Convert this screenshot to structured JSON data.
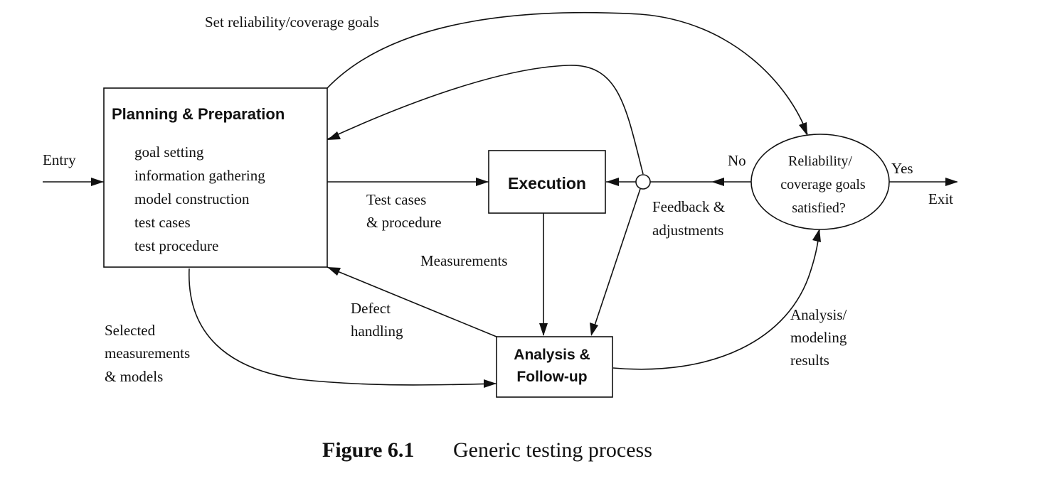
{
  "nodes": {
    "planning": {
      "title": "Planning & Preparation",
      "items": [
        "goal setting",
        "information gathering",
        "model construction",
        "test cases",
        "test procedure"
      ]
    },
    "execution": {
      "title": "Execution"
    },
    "analysis": {
      "title_lines": [
        "Analysis &",
        "Follow-up"
      ]
    },
    "decision": {
      "lines": [
        "Reliability/",
        "coverage goals",
        "satisfied?"
      ]
    }
  },
  "edges": {
    "entry": "Entry",
    "exit": "Exit",
    "yes": "Yes",
    "no": "No",
    "set_goals": "Set reliability/coverage goals",
    "test_cases": [
      "Test cases",
      "& procedure"
    ],
    "measurements": "Measurements",
    "feedback": [
      "Feedback &",
      "adjustments"
    ],
    "defect": [
      "Defect",
      "handling"
    ],
    "selected": [
      "Selected",
      "measurements",
      "& models"
    ],
    "analysis_results": [
      "Analysis/",
      "modeling",
      "results"
    ]
  },
  "caption": {
    "label": "Figure 6.1",
    "text": "Generic testing process"
  }
}
